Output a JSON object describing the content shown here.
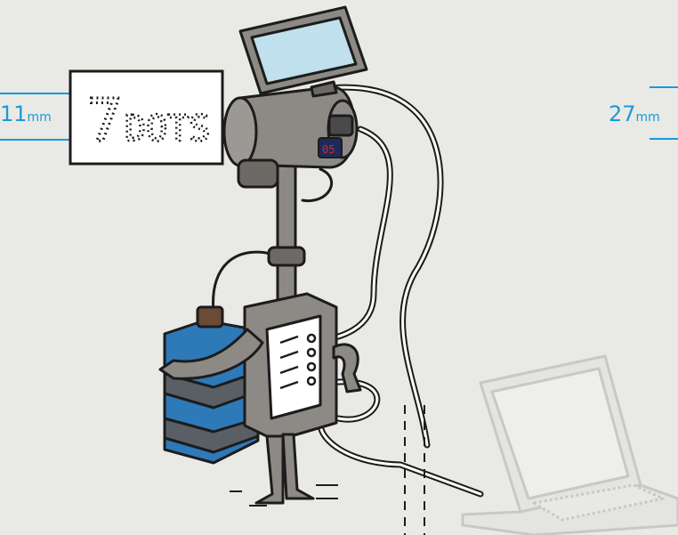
{
  "dimension_left": {
    "value": "11",
    "unit": "mm"
  },
  "dimension_right": {
    "value": "27",
    "unit": "mm"
  },
  "print_sample": {
    "digit": "7",
    "text": "DOTS"
  },
  "counter_display": "05",
  "colors": {
    "background": "#e9e9e5",
    "accent_blue": "#1a9ad8",
    "ink": "#1c1c1c",
    "body_gray": "#8d8a86",
    "bottle_blue": "#2e79b8",
    "bottle_band": "#5a5f66",
    "screen_cyan": "#bfe0ec",
    "counter_red": "#d8261e",
    "laptop_faded": "#c8c8c4"
  }
}
